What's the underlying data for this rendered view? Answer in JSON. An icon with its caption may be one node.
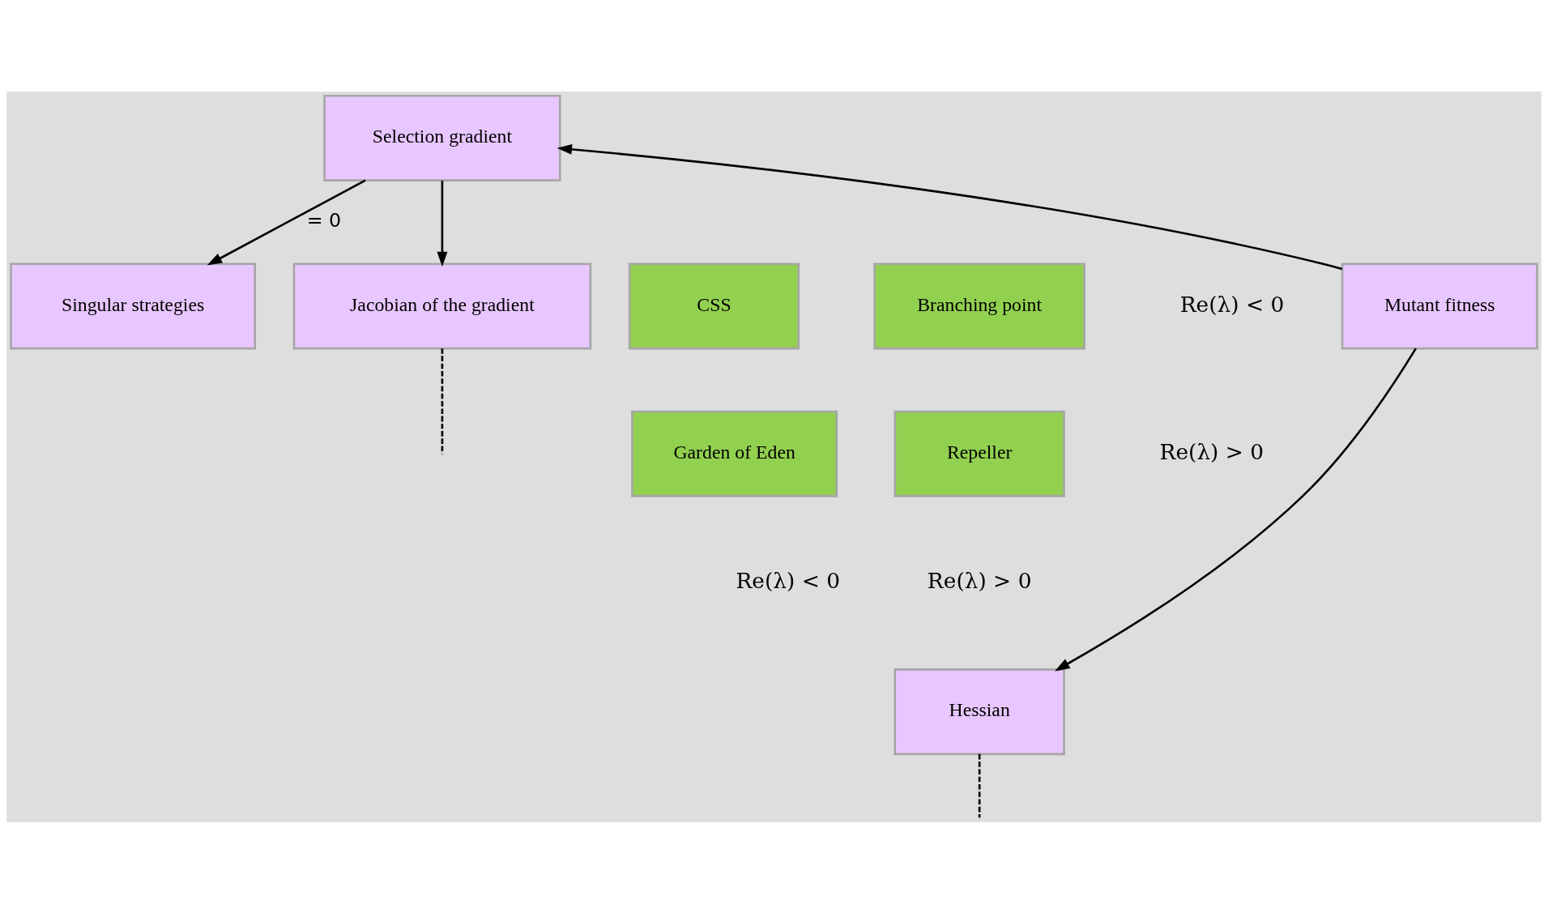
{
  "diagram": {
    "nodes": [
      {
        "text": [
          "Selection gradient"
        ]
      },
      {
        "text": [
          "Mutant fitness"
        ]
      },
      {
        "text": [
          "Singular strategies"
        ]
      },
      {
        "text": [
          "CSS"
        ]
      },
      {
        "text": [
          "Branching point"
        ]
      },
      {
        "text": [
          "Jacobian of the gradient"
        ]
      },
      {
        "text": [
          "Garden of Eden"
        ]
      },
      {
        "text": [
          "Repeller"
        ]
      },
      {
        "text": [
          "Hessian"
        ]
      }
    ],
    "edges": [
      {
        "from": 1,
        "to": 0,
        "arrow": "to"
      },
      {
        "from": 0,
        "to": 2,
        "arrow": "to",
        "label": "= 0"
      },
      {
        "from": 0,
        "to": 5,
        "arrow": "to"
      },
      {
        "from": 1,
        "to": 8,
        "arrow": "to"
      },
      {
        "from": 5,
        "to": null,
        "arrow": "none",
        "style": "dashed"
      },
      {
        "from": 8,
        "to": null,
        "arrow": "none",
        "style": "dashed"
      }
    ],
    "labels": [
      "Re(λ) < 0",
      "Re(λ) > 0",
      "Re(λ) < 0",
      "Re(λ) > 0"
    ]
  }
}
